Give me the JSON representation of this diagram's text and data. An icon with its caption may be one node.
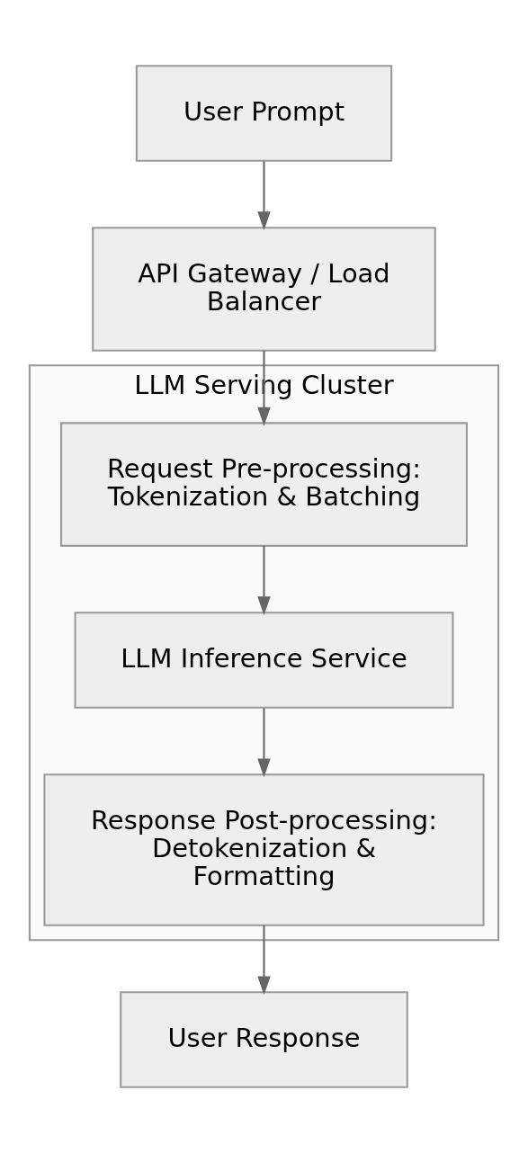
{
  "diagram": {
    "nodes": [
      {
        "text": [
          "User Prompt"
        ]
      },
      {
        "text": [
          "API Gateway / Load Balancer"
        ]
      },
      {
        "text": [
          "LLM Serving Cluster"
        ]
      },
      {
        "text": [
          "Request Pre-processing: Tokenization & Batching"
        ],
        "in": 2
      },
      {
        "text": [
          "LLM Inference Service"
        ],
        "in": 2
      },
      {
        "text": [
          "Response Post-processing: Detokenization & Formatting"
        ],
        "in": 2
      },
      {
        "text": [
          "User Response"
        ]
      }
    ],
    "edges": [
      {
        "from": 0,
        "to": 1,
        "arrow": "to"
      },
      {
        "from": 1,
        "to": 3,
        "arrow": "to"
      },
      {
        "from": 3,
        "to": 4,
        "arrow": "to"
      },
      {
        "from": 4,
        "to": 5,
        "arrow": "to"
      },
      {
        "from": 5,
        "to": 6,
        "arrow": "to"
      }
    ]
  }
}
